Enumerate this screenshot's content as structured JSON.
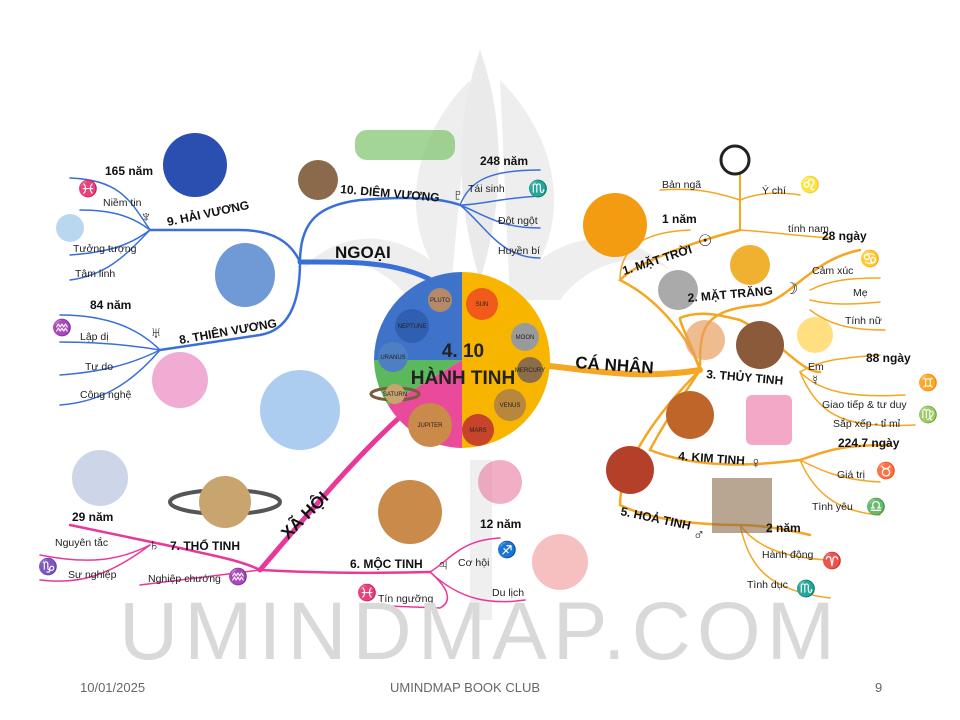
{
  "center": {
    "line1": "4. 10",
    "line2": "HÀNH TINH"
  },
  "planets": {
    "pluto": "PLUTO",
    "sun": "SUN",
    "neptune": "NEPTUNE",
    "moon": "MOON",
    "uranus": "URANUS",
    "mercury": "MERCURY",
    "saturn": "SATURN",
    "venus": "VENUS",
    "jupiter": "JUPITER",
    "mars": "MARS"
  },
  "branches": {
    "ngoai": "NGOẠI",
    "canhan": "CÁ NHÂN",
    "xahoi": "XÃ HỘI"
  },
  "nodes": {
    "diemvuong": {
      "title": "10. DIÊM VƯƠNG",
      "years": "248 năm",
      "leaves": [
        "Tái sinh",
        "Đột ngột",
        "Huyền bí"
      ]
    },
    "haivuong": {
      "title": "9. HẢI VƯƠNG",
      "years": "165 năm",
      "leaves": [
        "Niềm tin",
        "Tưởng tượng",
        "Tâm linh"
      ]
    },
    "thienvuong": {
      "title": "8. THIÊN VƯƠNG",
      "years": "84 năm",
      "leaves": [
        "Lập dị",
        "Tự do",
        "Công nghệ"
      ]
    },
    "thotinh": {
      "title": "7. THỔ TINH",
      "years": "29 năm",
      "leaves": [
        "Nguyên tắc",
        "Sự nghiệp",
        "Nghiệp chướng"
      ]
    },
    "moctinh": {
      "title": "6. MỘC TINH",
      "years": "12 năm",
      "leaves": [
        "Cơ hội",
        "Tín ngưỡng",
        "Du lịch"
      ]
    },
    "mattroi": {
      "title": "1. MẶT TRỜI",
      "years": "1 năm",
      "leaves": [
        "Bản ngã",
        "Ý chí"
      ]
    },
    "mattrang": {
      "title": "2. MẶT TRĂNG",
      "years": "28 ngày",
      "leaves": [
        "tính nam",
        "Cảm xúc",
        "Mẹ",
        "Tính nữ"
      ]
    },
    "thuytinh": {
      "title": "3. THỦY TINH",
      "years": "88 ngày",
      "leaves": [
        "Em",
        "Giao tiếp & tư duy",
        "Sắp xếp - tỉ mỉ"
      ]
    },
    "kimtinh": {
      "title": "4. KIM TINH",
      "years": "224.7 ngày",
      "leaves": [
        "Giá trị",
        "Tình yêu"
      ]
    },
    "hoatinh": {
      "title": "5. HOẢ TINH",
      "years": "2 năm",
      "leaves": [
        "Hành động",
        "Tình dục"
      ]
    }
  },
  "watermark": "UMINDMAP.COM",
  "footer": {
    "date": "10/01/2025",
    "club": "UMINDMAP BOOK CLUB",
    "page": "9"
  },
  "colors": {
    "blue": "#3a6fd8",
    "orange": "#f5a623",
    "pink": "#e8399a",
    "center_blue": "#3f73c9",
    "center_yellow": "#f7b500",
    "center_pink": "#e94a9a",
    "center_green": "#5cb85c"
  }
}
